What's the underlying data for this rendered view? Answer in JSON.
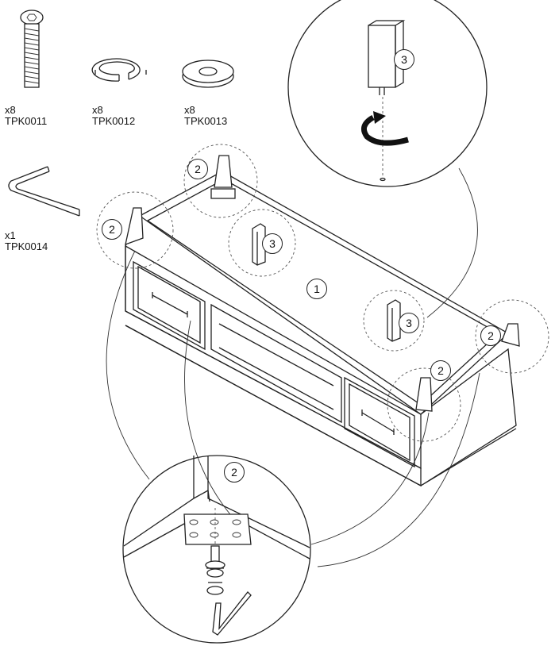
{
  "parts": [
    {
      "qty": "x8",
      "code": "TPK0011",
      "icon": "bolt-icon"
    },
    {
      "qty": "x8",
      "code": "TPK0012",
      "icon": "split-washer-icon"
    },
    {
      "qty": "x8",
      "code": "TPK0013",
      "icon": "flat-washer-icon"
    },
    {
      "qty": "x1",
      "code": "TPK0014",
      "icon": "allen-key-icon"
    }
  ],
  "callouts": {
    "frame": "1",
    "leg": "2",
    "post": "3"
  }
}
